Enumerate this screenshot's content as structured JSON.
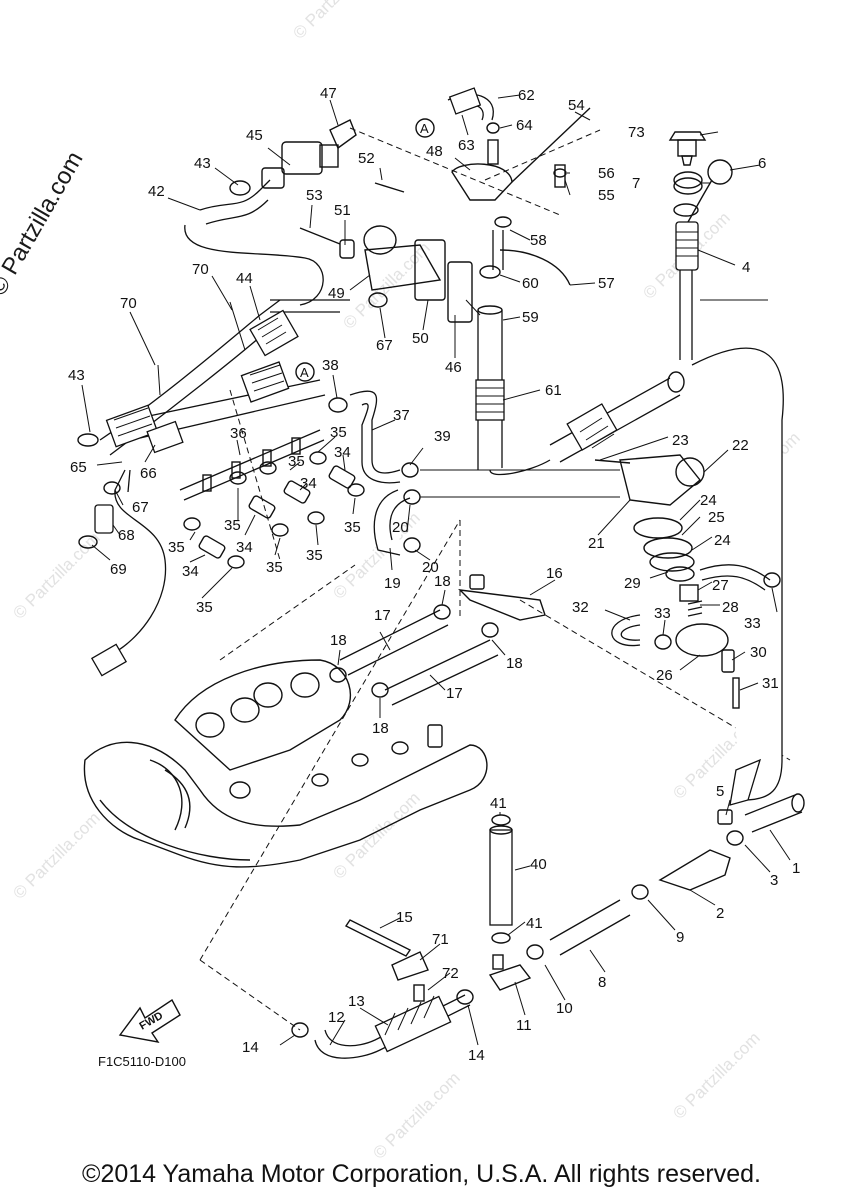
{
  "watermark_side": "© Partzilla.com",
  "watermark_repeat": "© Partzilla.com",
  "figure_code": "F1C5110-D100",
  "fwd_label": "FWD",
  "copyright": "©2014 Yamaha Motor Corporation, U.S.A. All rights reserved.",
  "callout_ref": "A",
  "part_numbers": [
    "1",
    "2",
    "3",
    "4",
    "5",
    "6",
    "7",
    "8",
    "9",
    "10",
    "11",
    "12",
    "13",
    "14",
    "15",
    "16",
    "17",
    "18",
    "19",
    "20",
    "21",
    "22",
    "23",
    "24",
    "25",
    "26",
    "27",
    "28",
    "29",
    "30",
    "31",
    "32",
    "33",
    "34",
    "35",
    "36",
    "37",
    "38",
    "39",
    "40",
    "41",
    "42",
    "43",
    "44",
    "45",
    "46",
    "47",
    "48",
    "49",
    "50",
    "51",
    "52",
    "53",
    "54",
    "55",
    "56",
    "57",
    "58",
    "59",
    "60",
    "61",
    "62",
    "63",
    "64",
    "65",
    "66",
    "67",
    "68",
    "69",
    "70",
    "71",
    "72",
    "73"
  ]
}
